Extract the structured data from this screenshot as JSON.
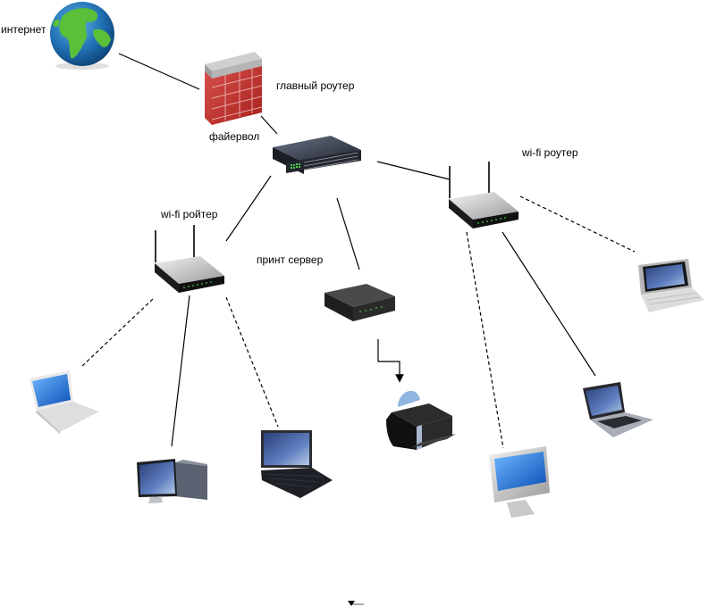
{
  "diagram": {
    "nodes": [
      {
        "id": "internet",
        "label": "интернет",
        "icon": "globe-icon"
      },
      {
        "id": "firewall",
        "label": "файервол",
        "icon": "firewall-icon"
      },
      {
        "id": "main-router",
        "label": "главный роутер",
        "icon": "switch-icon"
      },
      {
        "id": "wifi-left",
        "label": "wi-fi ройтер",
        "icon": "wifi-router-icon"
      },
      {
        "id": "wifi-right",
        "label": "wi-fi роутер",
        "icon": "wifi-router-icon"
      },
      {
        "id": "print-server",
        "label": "принт сервер",
        "icon": "print-server-icon"
      },
      {
        "id": "printer",
        "label": "",
        "icon": "printer-icon"
      },
      {
        "id": "laptop-white",
        "label": "",
        "icon": "laptop-icon"
      },
      {
        "id": "desktop-pc",
        "label": "",
        "icon": "desktop-computer-icon"
      },
      {
        "id": "tablet-pc",
        "label": "",
        "icon": "tablet-pc-icon"
      },
      {
        "id": "imac",
        "label": "",
        "icon": "monitor-icon"
      },
      {
        "id": "laptop-dark",
        "label": "",
        "icon": "laptop-icon"
      },
      {
        "id": "smartphone",
        "label": "",
        "icon": "smartphone-icon"
      }
    ],
    "edges": [
      {
        "from": "internet",
        "to": "firewall",
        "style": "solid"
      },
      {
        "from": "firewall",
        "to": "main-router",
        "style": "solid"
      },
      {
        "from": "main-router",
        "to": "wifi-left",
        "style": "solid"
      },
      {
        "from": "main-router",
        "to": "print-server",
        "style": "solid"
      },
      {
        "from": "main-router",
        "to": "wifi-right",
        "style": "solid"
      },
      {
        "from": "print-server",
        "to": "printer",
        "style": "solid-arrow"
      },
      {
        "from": "wifi-left",
        "to": "laptop-white",
        "style": "dashed"
      },
      {
        "from": "wifi-left",
        "to": "desktop-pc",
        "style": "solid"
      },
      {
        "from": "wifi-left",
        "to": "tablet-pc",
        "style": "dashed"
      },
      {
        "from": "wifi-right",
        "to": "imac",
        "style": "dashed"
      },
      {
        "from": "wifi-right",
        "to": "laptop-dark",
        "style": "solid"
      },
      {
        "from": "wifi-right",
        "to": "smartphone",
        "style": "dashed"
      }
    ]
  }
}
